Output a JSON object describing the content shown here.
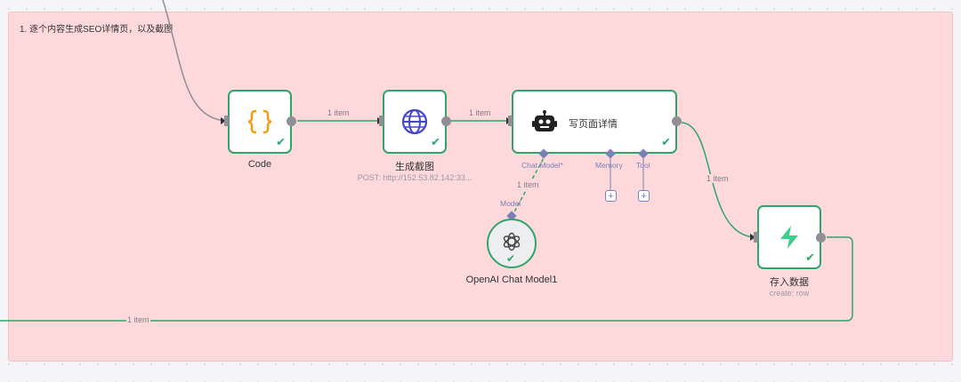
{
  "sticky_note": {
    "text": "1. 逐个内容生成SEO详情页，以及截图"
  },
  "connections": {
    "label": "1 item"
  },
  "nodes": {
    "code": {
      "title": "Code",
      "icon": "code-braces-icon"
    },
    "screenshot": {
      "title": "生成截图",
      "subtitle": "POST: http://152.53.82.142:33...",
      "icon": "globe-icon"
    },
    "agent": {
      "title": "写页面详情",
      "icon": "robot-icon",
      "ports": {
        "chat_model": "Chat Model*",
        "memory": "Memory",
        "tool": "Tool"
      }
    },
    "openai": {
      "title": "OpenAI Chat Model1",
      "port": "Model",
      "icon": "openai-icon"
    },
    "save": {
      "title": "存入数据",
      "subtitle": "create: row",
      "icon": "supabase-icon"
    }
  },
  "colors": {
    "success": "#2fa56b",
    "port": "#7b80b8",
    "sticky_bg": "#fdd9db",
    "code_icon": "#f39c12",
    "globe_icon": "#4646c8",
    "supabase_icon": "#3ecf8e"
  }
}
